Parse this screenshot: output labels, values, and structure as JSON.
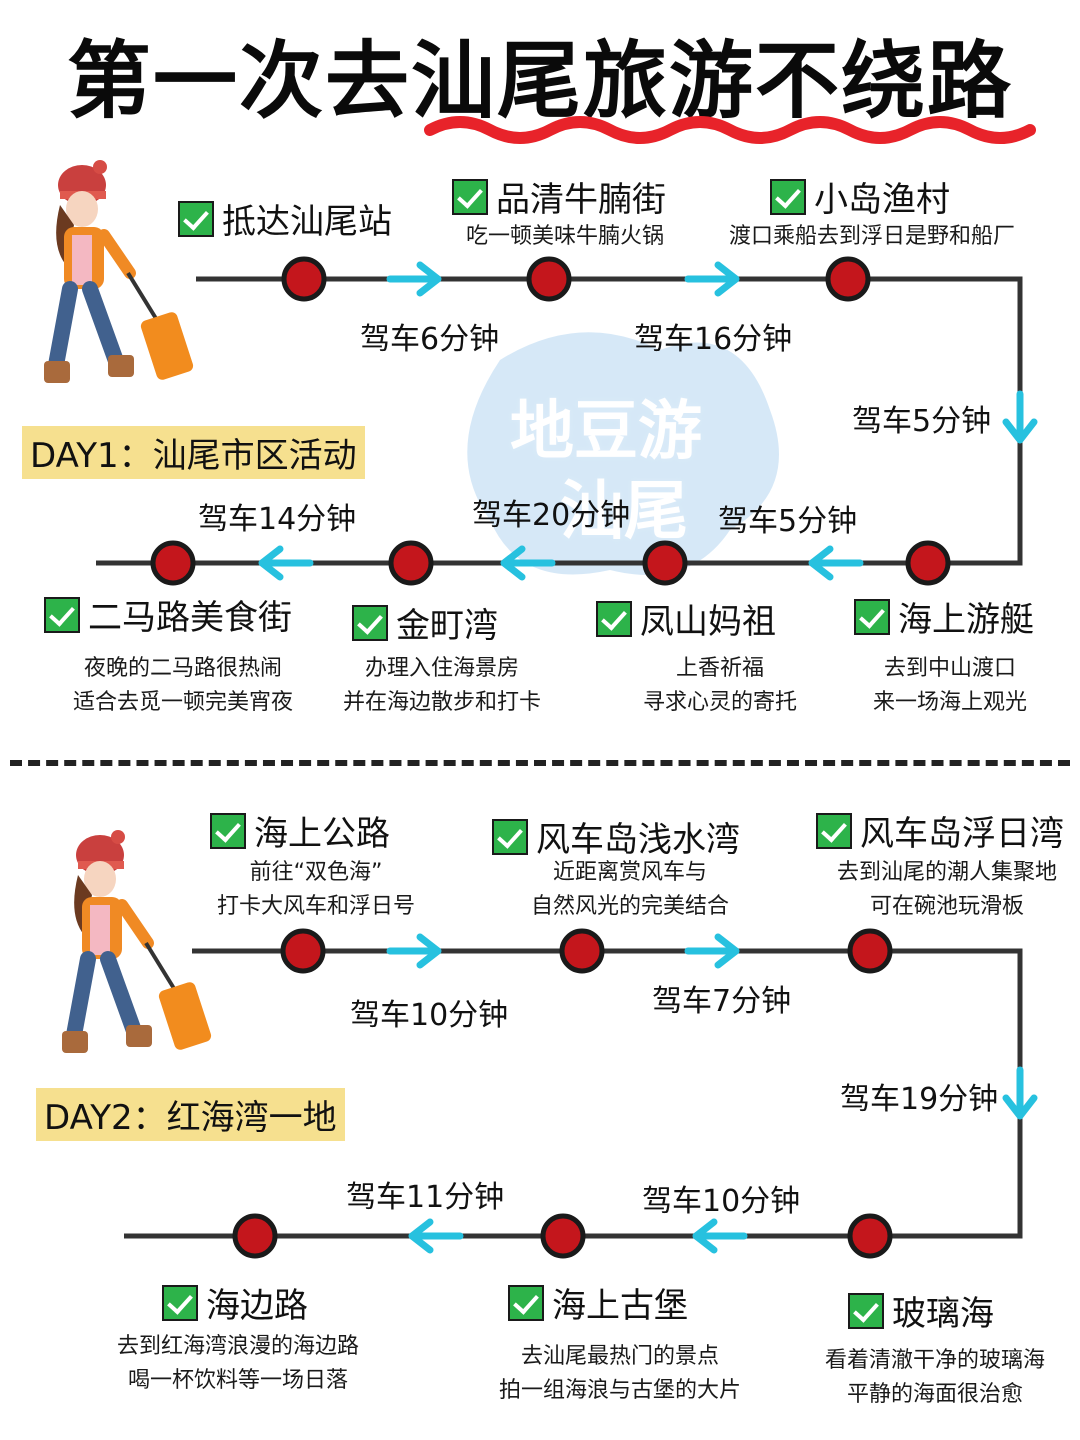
{
  "title": "第一次去汕尾旅游不绕路",
  "watermark": {
    "line1": "地豆游",
    "line2": "汕尾"
  },
  "colors": {
    "stop_fill": "#c4161c",
    "route_line": "#333333",
    "arrow": "#27c1df",
    "check": "#2db34a",
    "day_label_bg": "#f6e08f",
    "underline": "#e8232a"
  },
  "day1": {
    "label": "DAY1：汕尾市区活动",
    "stops": [
      {
        "name": "抵达汕尾站",
        "desc": []
      },
      {
        "name": "品清牛腩街",
        "desc": [
          "吃一顿美味牛腩火锅"
        ]
      },
      {
        "name": "小岛渔村",
        "desc": [
          "渡口乘船去到浮日是野和船厂"
        ]
      },
      {
        "name": "海上游艇",
        "desc": [
          "去到中山渡口",
          "来一场海上观光"
        ]
      },
      {
        "name": "凤山妈祖",
        "desc": [
          "上香祈福",
          "寻求心灵的寄托"
        ]
      },
      {
        "name": "金町湾",
        "desc": [
          "办理入住海景房",
          "并在海边散步和打卡"
        ]
      },
      {
        "name": "二马路美食街",
        "desc": [
          "夜晚的二马路很热闹",
          "适合去觅一顿完美宵夜"
        ]
      }
    ],
    "drives": [
      "驾车6分钟",
      "驾车16分钟",
      "驾车5分钟",
      "驾车5分钟",
      "驾车20分钟",
      "驾车14分钟"
    ]
  },
  "day2": {
    "label": "DAY2：红海湾一地",
    "stops": [
      {
        "name": "海上公路",
        "desc": [
          "前往“双色海”",
          "打卡大风车和浮日号"
        ]
      },
      {
        "name": "风车岛浅水湾",
        "desc": [
          "近距离赏风车与",
          "自然风光的完美结合"
        ]
      },
      {
        "name": "风车岛浮日湾",
        "desc": [
          "去到汕尾的潮人集聚地",
          "可在碗池玩滑板"
        ]
      },
      {
        "name": "玻璃海",
        "desc": [
          "看着清澈干净的玻璃海",
          "平静的海面很治愈"
        ]
      },
      {
        "name": "海上古堡",
        "desc": [
          "去汕尾最热门的景点",
          "拍一组海浪与古堡的大片"
        ]
      },
      {
        "name": "海边路",
        "desc": [
          "去到红海湾浪漫的海边路",
          "喝一杯饮料等一场日落"
        ]
      }
    ],
    "drives": [
      "驾车10分钟",
      "驾车7分钟",
      "驾车19分钟",
      "驾车10分钟",
      "驾车11分钟"
    ]
  }
}
